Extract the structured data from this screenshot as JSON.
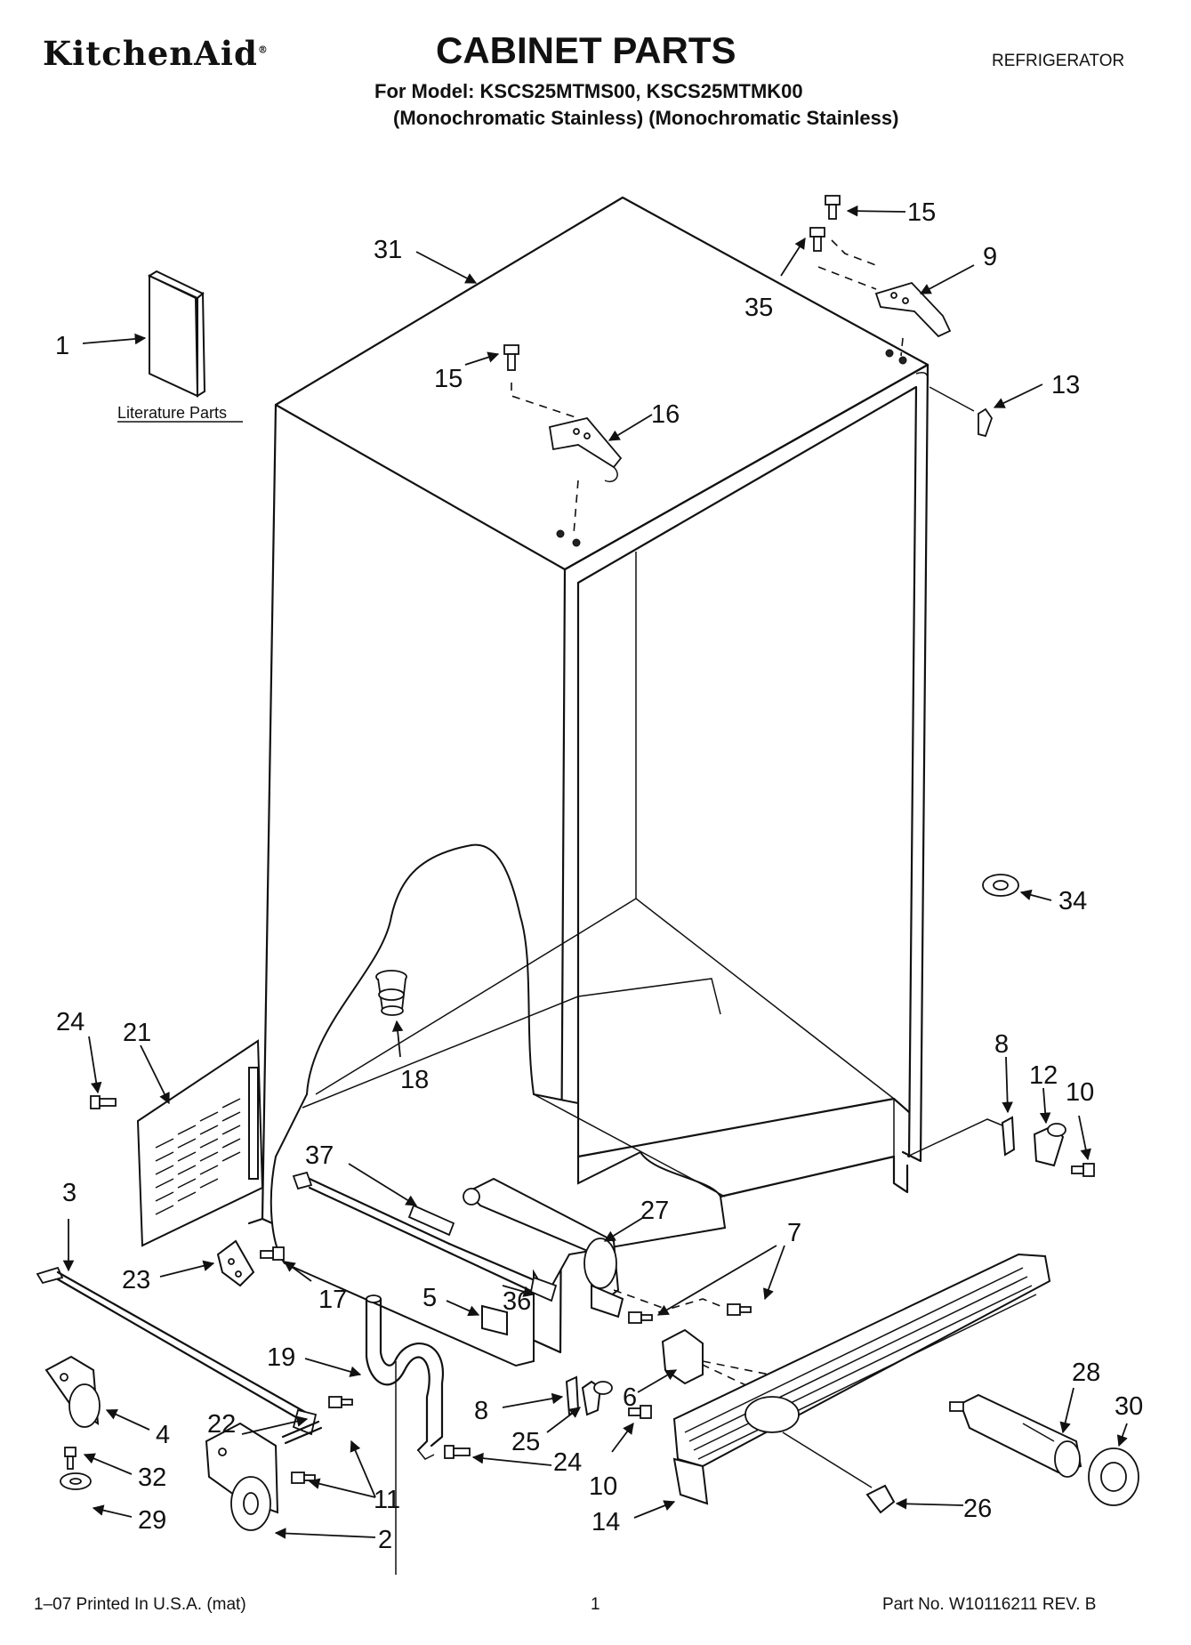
{
  "header": {
    "brand": "KitchenAid",
    "brand_mark": "®",
    "title": "CABINET PARTS",
    "category": "REFRIGERATOR",
    "model_line": "For Model: KSCS25MTMS00, KSCS25MTMK00",
    "variants_line": "(Monochromatic Stainless) (Monochromatic Stainless)"
  },
  "literature_label": "Literature Parts",
  "callouts": [
    {
      "id": "c1",
      "label": "1"
    },
    {
      "id": "c31",
      "label": "31"
    },
    {
      "id": "c15a",
      "label": "15"
    },
    {
      "id": "c9",
      "label": "9"
    },
    {
      "id": "c35",
      "label": "35"
    },
    {
      "id": "c15b",
      "label": "15"
    },
    {
      "id": "c16",
      "label": "16"
    },
    {
      "id": "c13",
      "label": "13"
    },
    {
      "id": "c34",
      "label": "34"
    },
    {
      "id": "c24a",
      "label": "24"
    },
    {
      "id": "c21",
      "label": "21"
    },
    {
      "id": "c18",
      "label": "18"
    },
    {
      "id": "c8a",
      "label": "8"
    },
    {
      "id": "c12",
      "label": "12"
    },
    {
      "id": "c10a",
      "label": "10"
    },
    {
      "id": "c37",
      "label": "37"
    },
    {
      "id": "c27",
      "label": "27"
    },
    {
      "id": "c3",
      "label": "3"
    },
    {
      "id": "c7",
      "label": "7"
    },
    {
      "id": "c23",
      "label": "23"
    },
    {
      "id": "c17",
      "label": "17"
    },
    {
      "id": "c5",
      "label": "5"
    },
    {
      "id": "c36",
      "label": "36"
    },
    {
      "id": "c19",
      "label": "19"
    },
    {
      "id": "c28",
      "label": "28"
    },
    {
      "id": "c30",
      "label": "30"
    },
    {
      "id": "c6",
      "label": "6"
    },
    {
      "id": "c8b",
      "label": "8"
    },
    {
      "id": "c4",
      "label": "4"
    },
    {
      "id": "c22",
      "label": "22"
    },
    {
      "id": "c25",
      "label": "25"
    },
    {
      "id": "c24b",
      "label": "24"
    },
    {
      "id": "c32",
      "label": "32"
    },
    {
      "id": "c11",
      "label": "11"
    },
    {
      "id": "c10b",
      "label": "10"
    },
    {
      "id": "c26",
      "label": "26"
    },
    {
      "id": "c29",
      "label": "29"
    },
    {
      "id": "c2",
      "label": "2"
    },
    {
      "id": "c14",
      "label": "14"
    }
  ],
  "footer": {
    "left": "1–07 Printed In U.S.A. (mat)",
    "page": "1",
    "right": "Part No. W10116211 REV. B"
  }
}
